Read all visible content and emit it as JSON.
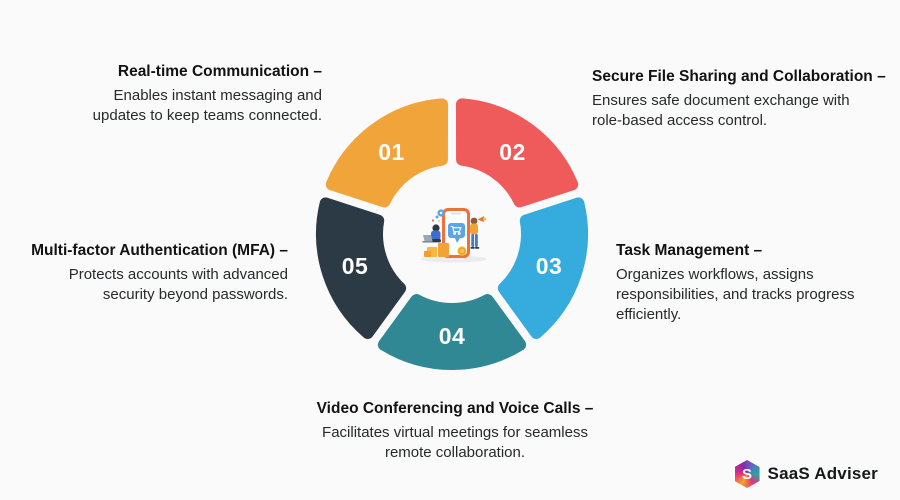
{
  "page": {
    "background": "#FAFAFA"
  },
  "donut": {
    "segments": [
      {
        "number": "01",
        "color": "#F1A43A",
        "feature": "Real-time Communication"
      },
      {
        "number": "02",
        "color": "#EF5A5A",
        "feature": "Secure File Sharing and Collaboration"
      },
      {
        "number": "03",
        "color": "#36ABDD",
        "feature": "Task Management"
      },
      {
        "number": "04",
        "color": "#2F8893",
        "feature": "Video Conferencing and Voice Calls"
      },
      {
        "number": "05",
        "color": "#2B3A45",
        "feature": "Multi-factor Authentication (MFA)"
      }
    ],
    "center_icon": "people-with-smartphone-shopping-illustration"
  },
  "features": [
    {
      "num": "01",
      "title": "Real-time Communication –",
      "body": "Enables instant messaging and\nupdates to keep teams connected."
    },
    {
      "num": "02",
      "title": "Secure File Sharing and Collaboration –",
      "body": "Ensures safe document exchange with\nrole-based access control."
    },
    {
      "num": "03",
      "title": "Task Management –",
      "body": "Organizes workflows, assigns\nresponsibilities, and tracks progress\nefficiently."
    },
    {
      "num": "04",
      "title": "Video Conferencing and Voice Calls –",
      "body": "Facilitates virtual meetings for seamless\nremote collaboration."
    },
    {
      "num": "05",
      "title": "Multi-factor Authentication (MFA) –",
      "body": "Protects accounts with advanced\nsecurity beyond passwords."
    }
  ],
  "brand": {
    "name": "SaaS Adviser",
    "monogram": "S"
  }
}
